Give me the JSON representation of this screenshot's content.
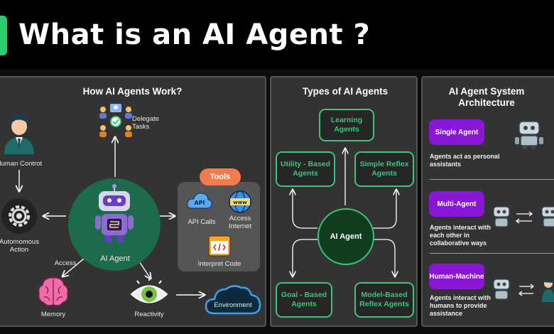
{
  "header": {
    "title": "What is an AI Agent ?"
  },
  "how_it_works": {
    "title": "How AI Agents Work?",
    "center_label": "AI Agent",
    "delegate_label": "Delegate Tasks",
    "human_control_label": "Human Controt",
    "autonomous_label": "Automomous Action",
    "access_label": "Access",
    "memory_label": "Memory",
    "reactivity_label": "Reactivity",
    "environment_label": "Environment",
    "tools": {
      "title": "Tools",
      "api_calls": "API Calls",
      "access_internet": "Access Internet",
      "interpret_code": "Interpret Code",
      "api_icon_text": "API",
      "www_icon_text": "www"
    }
  },
  "types": {
    "title": "Types of AI Agents",
    "center": "AI Agent",
    "learning": "Learning Agents",
    "utility": "Utility - Based Agents",
    "simple_reflex": "Simple Reflex Agents",
    "goal": "Goal - Based Agents",
    "model": "Model-Based Reflex Agents"
  },
  "architecture": {
    "title": "AI Agent System Architecture",
    "rows": [
      {
        "pill": "Single Agent",
        "desc": "Agents act as personal assistants"
      },
      {
        "pill": "Multi-Agent",
        "desc": "Agents interact with each other in collaborative ways"
      },
      {
        "pill": "Human-Machine",
        "desc": "Agents interact with humans to provide assistance"
      }
    ]
  },
  "colors": {
    "accent_green": "#3ec47a",
    "purple": "#8a16d6",
    "tools_orange": "#f47c4c",
    "panel": "#333333"
  }
}
